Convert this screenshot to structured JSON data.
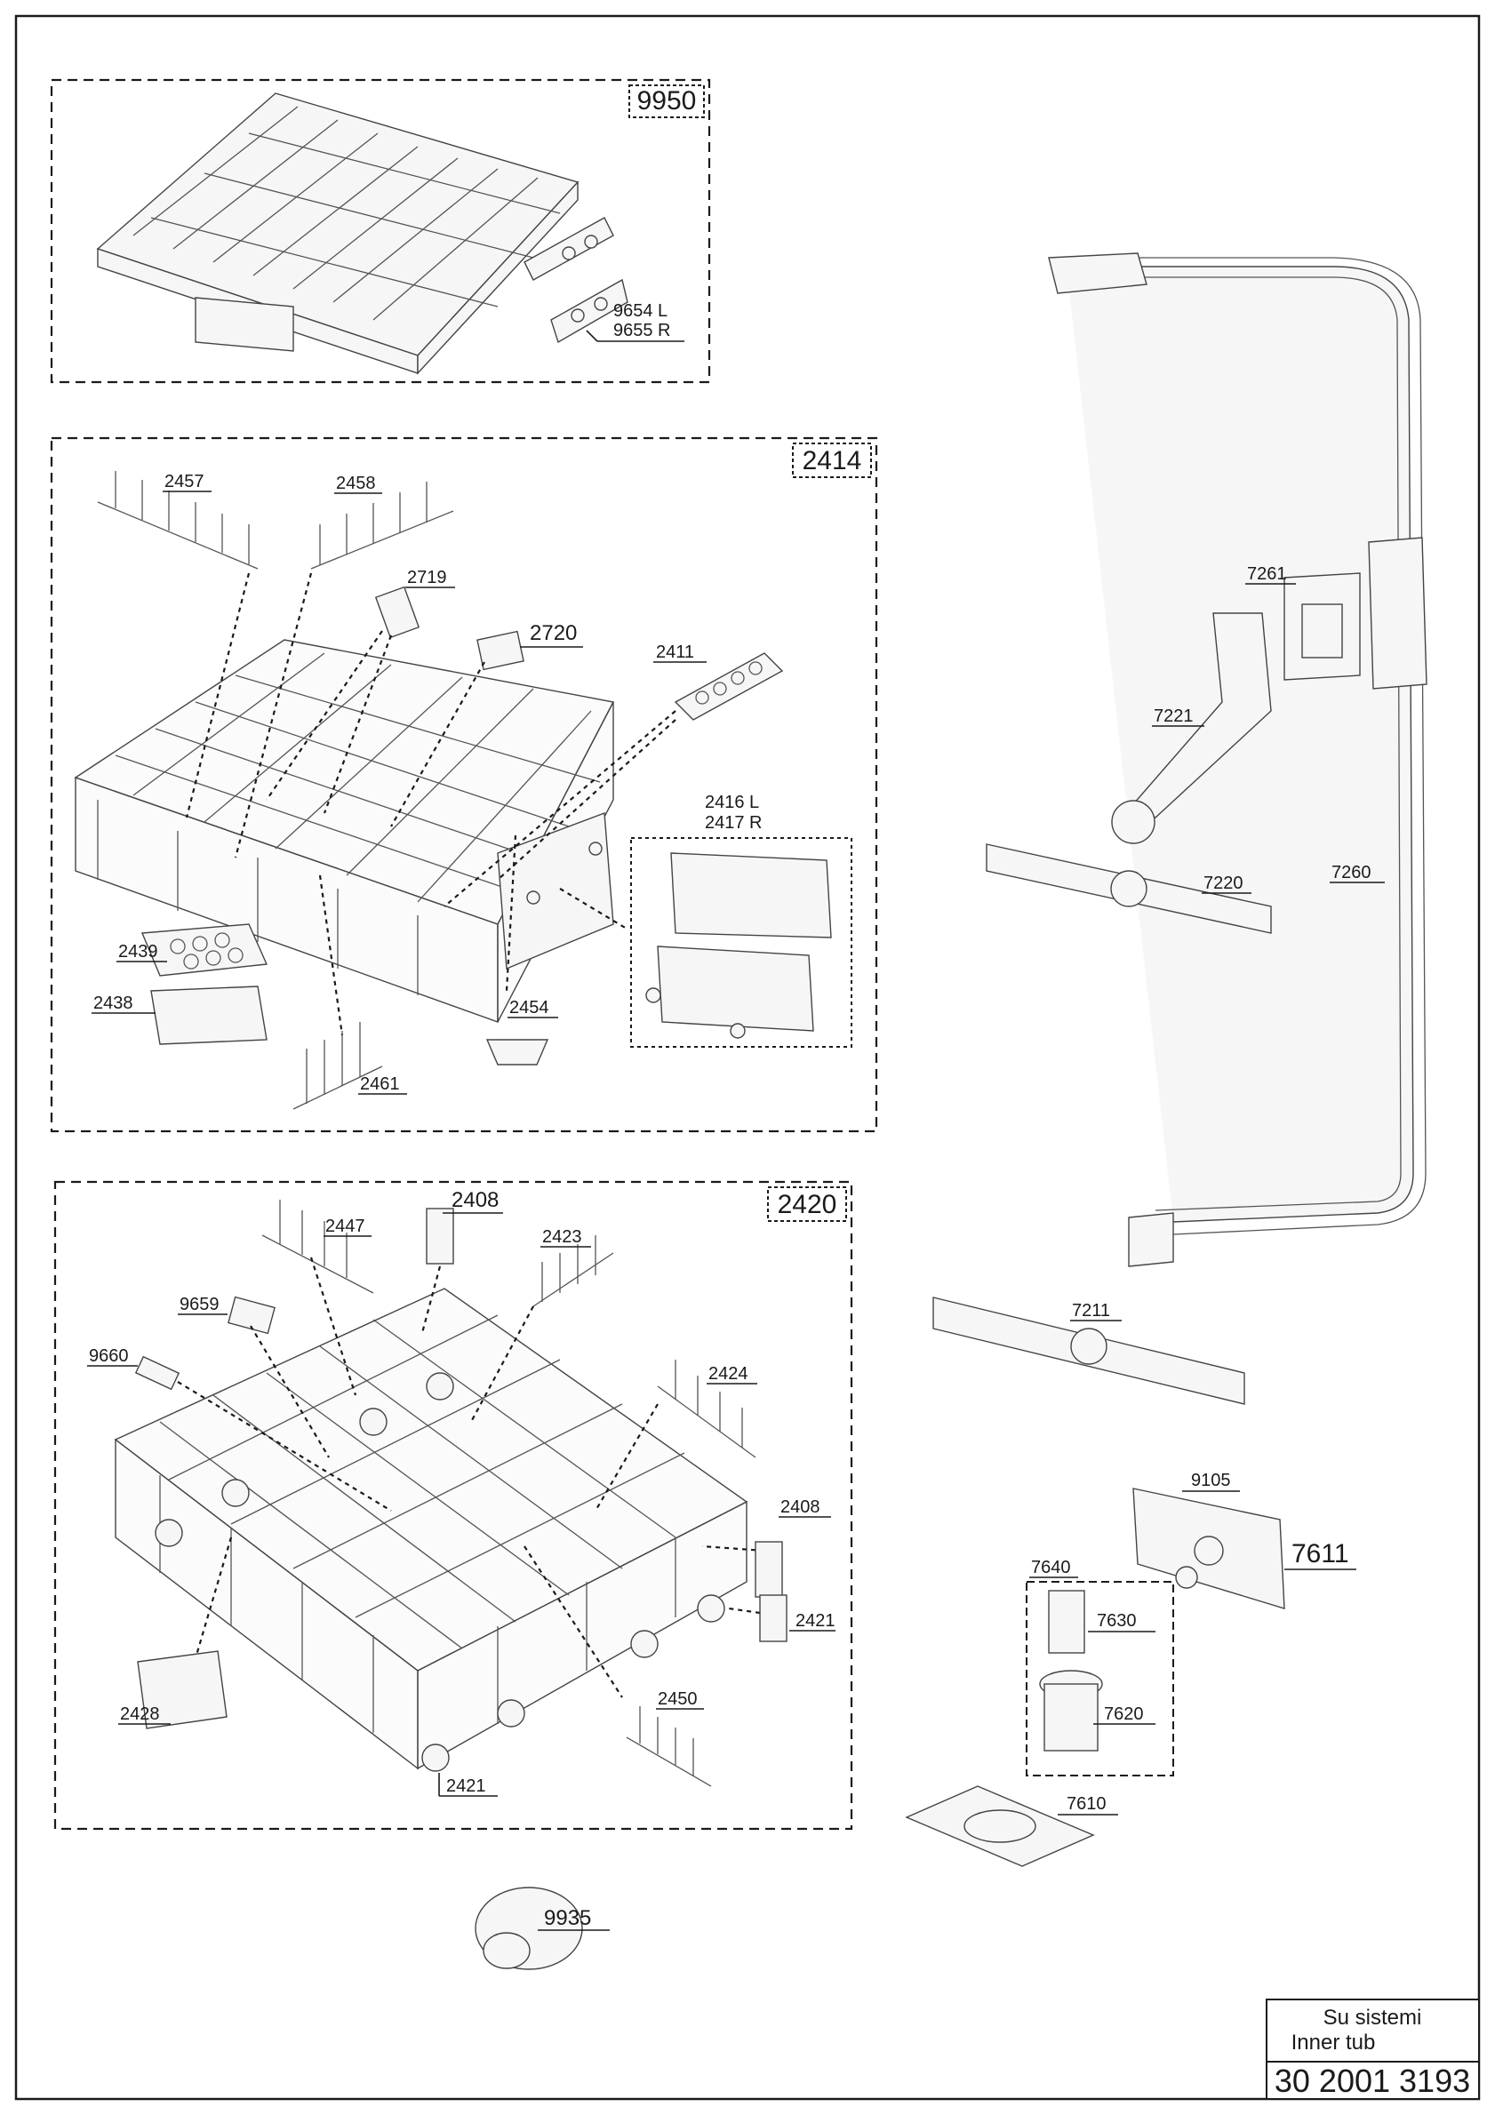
{
  "groups": [
    {
      "id": "9950"
    },
    {
      "id": "2414"
    },
    {
      "id": "2420"
    }
  ],
  "labels": {
    "l9654": "9654 L",
    "l9655": "9655 R",
    "l2457": "2457",
    "l2458": "2458",
    "l2719": "2719",
    "l2720": "2720",
    "l2411": "2411",
    "l2416": "2416 L",
    "l2417": "2417 R",
    "l2439": "2439",
    "l2438": "2438",
    "l2454": "2454",
    "l2461": "2461",
    "l2408a": "2408",
    "l2447": "2447",
    "l2423": "2423",
    "l9659": "9659",
    "l9660": "9660",
    "l2424": "2424",
    "l2408b": "2408",
    "l2421a": "2421",
    "l2450": "2450",
    "l2428": "2428",
    "l2421b": "2421",
    "l9935": "9935",
    "l7261": "7261",
    "l7221": "7221",
    "l7220": "7220",
    "l7260": "7260",
    "l7211": "7211",
    "l9105": "9105",
    "l7611": "7611",
    "l7640": "7640",
    "l7630": "7630",
    "l7620": "7620",
    "l7610": "7610"
  },
  "title_block": {
    "line1": "Su sistemi",
    "line2": "Inner tub",
    "number": "30 2001 3193"
  }
}
